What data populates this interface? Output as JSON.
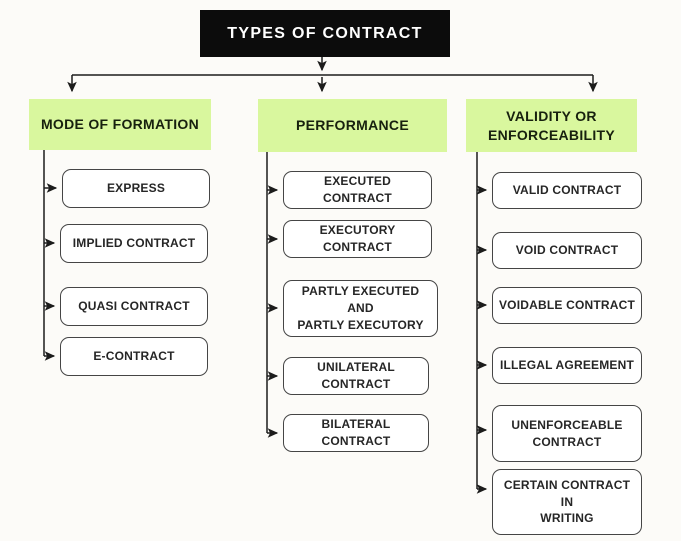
{
  "title": "TYPES OF CONTRACT",
  "colors": {
    "title_bg": "#0c0c0c",
    "title_text": "#ffffff",
    "header_bg": "#d9f79e",
    "node_border": "#454545",
    "line": "#1c1c1c",
    "background": "#fcfbf8"
  },
  "columns": [
    {
      "header": "MODE OF FORMATION",
      "items": [
        "EXPRESS",
        "IMPLIED CONTRACT",
        "QUASI CONTRACT",
        "E-CONTRACT"
      ]
    },
    {
      "header": "PERFORMANCE",
      "items": [
        "EXECUTED CONTRACT",
        "EXECUTORY CONTRACT",
        "PARTLY EXECUTED\nAND\nPARTLY EXECUTORY",
        "UNILATERAL\nCONTRACT",
        "BILATERAL\nCONTRACT"
      ]
    },
    {
      "header": "VALIDITY OR\nENFORCEABILITY",
      "items": [
        "VALID CONTRACT",
        "VOID CONTRACT",
        "VOIDABLE CONTRACT",
        "ILLEGAL AGREEMENT",
        "UNENFORCEABLE\nCONTRACT",
        "CERTAIN CONTRACT\nIN\nWRITING"
      ]
    }
  ]
}
